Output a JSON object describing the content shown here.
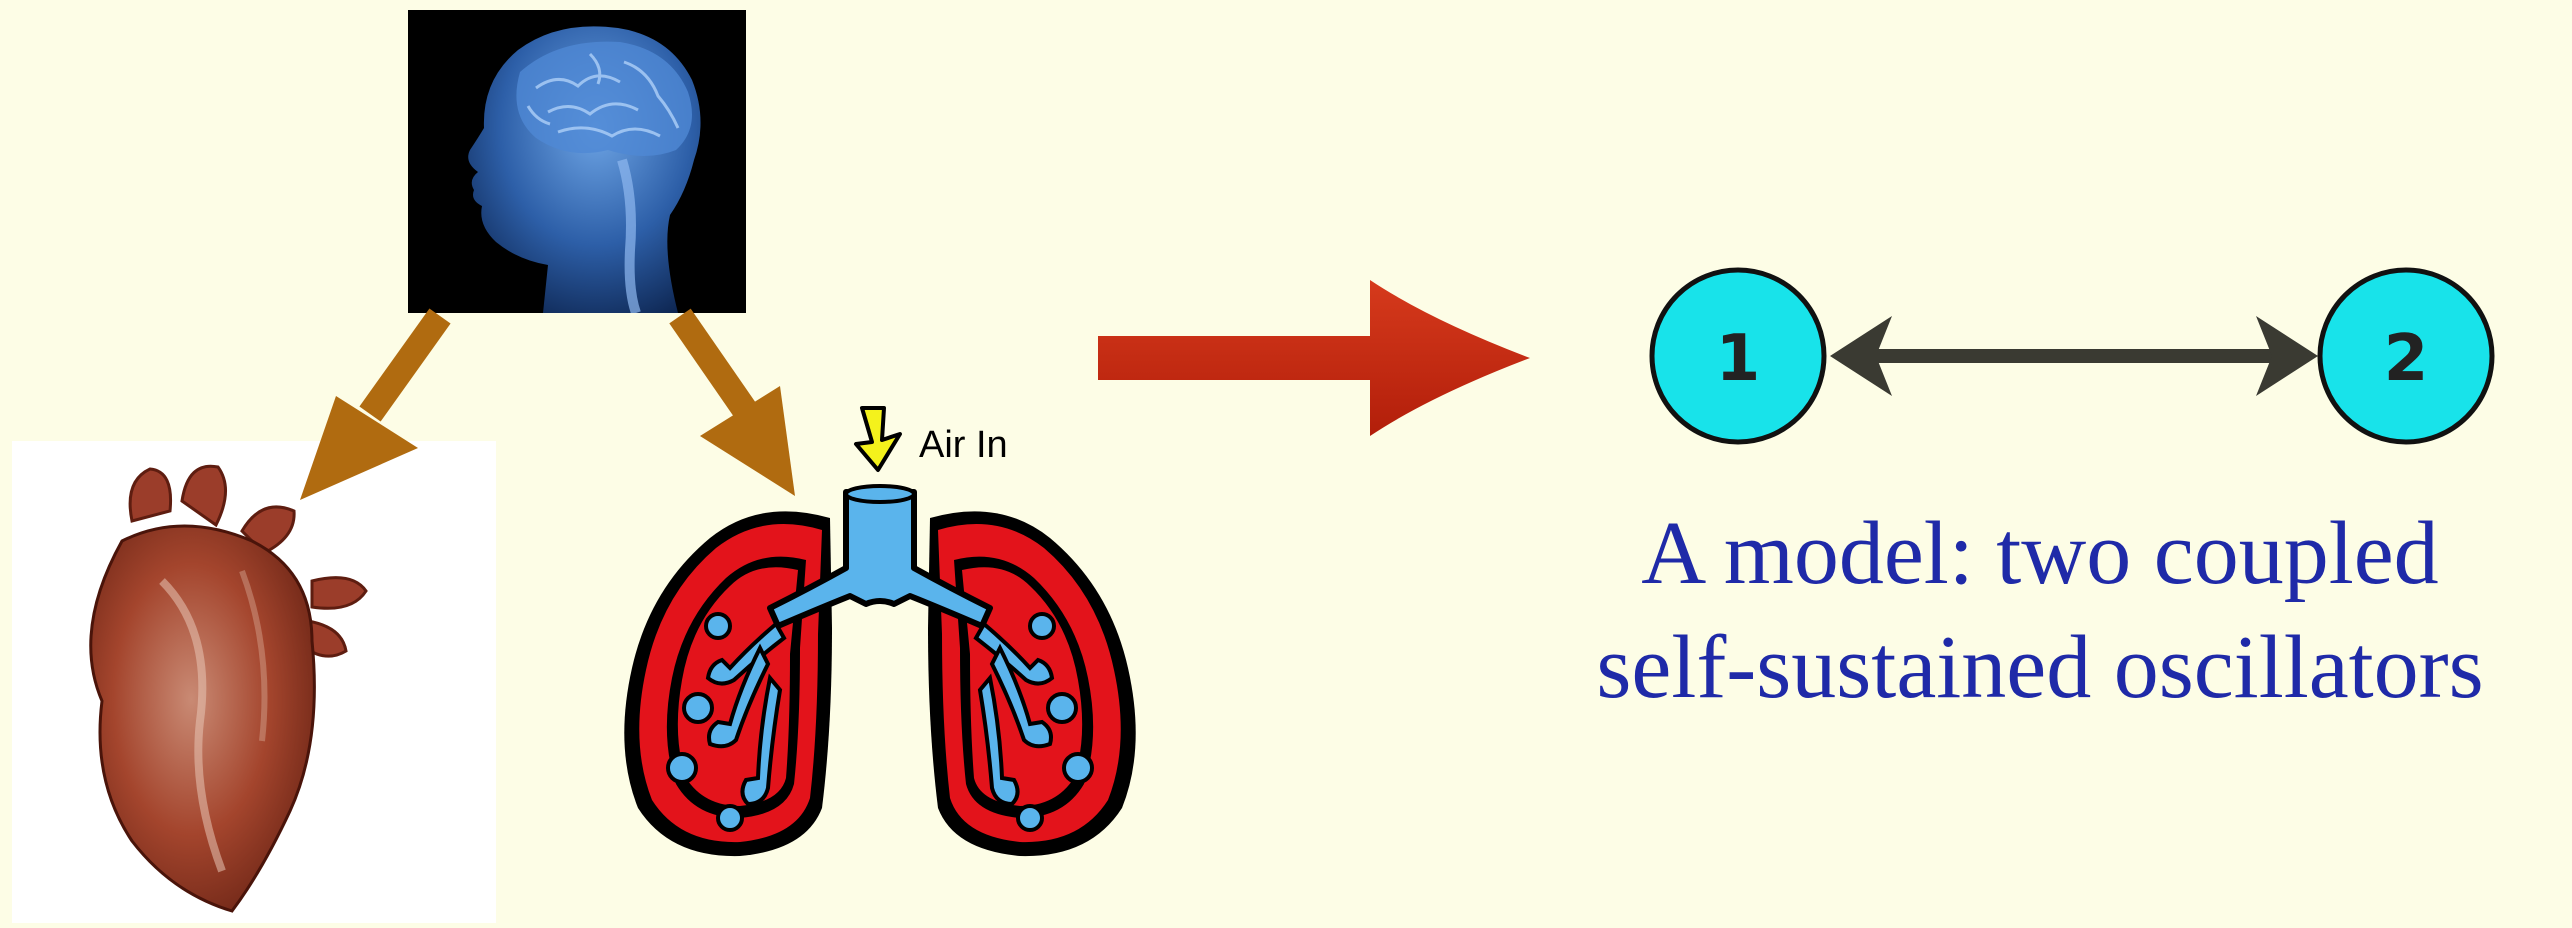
{
  "diagram": {
    "air_label": "Air In",
    "nodes": [
      {
        "id": "node-1",
        "label": "1"
      },
      {
        "id": "node-2",
        "label": "2"
      }
    ],
    "caption_lines": [
      "A model: two coupled",
      "self-sustained oscillators"
    ],
    "colors": {
      "background": "#fdfde6",
      "feedback_arrows": "#b06b10",
      "main_arrow": "#c42a10",
      "node_fill": "#18e3ea",
      "node_link": "#3a3a32",
      "caption": "#1f2aa8",
      "lung_tissue": "#e3131b",
      "airways": "#5ab4ec"
    },
    "icons": [
      "brain-head-image",
      "heart-image",
      "lungs-image",
      "air-in-arrow-icon"
    ]
  }
}
